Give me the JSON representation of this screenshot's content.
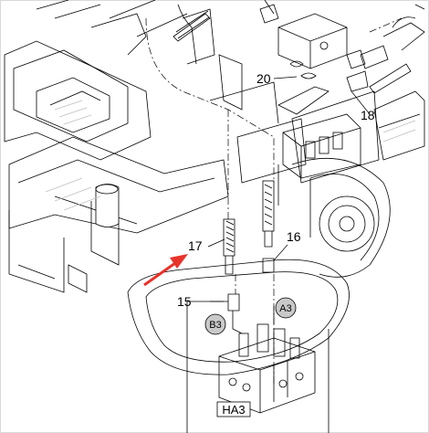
{
  "diagram": {
    "callouts": {
      "c15": "15",
      "c16": "16",
      "c17": "17",
      "c18": "18",
      "c20": "20"
    },
    "circle_labels": {
      "a3": "A3",
      "b3": "B3"
    },
    "valve_tag": "HA3",
    "colors": {
      "line": "#000000",
      "hatch": "#bfbfbf",
      "arrow": "#e8332a",
      "circle_fill": "#c9c9c9",
      "frame": "#d9d9d9"
    }
  }
}
